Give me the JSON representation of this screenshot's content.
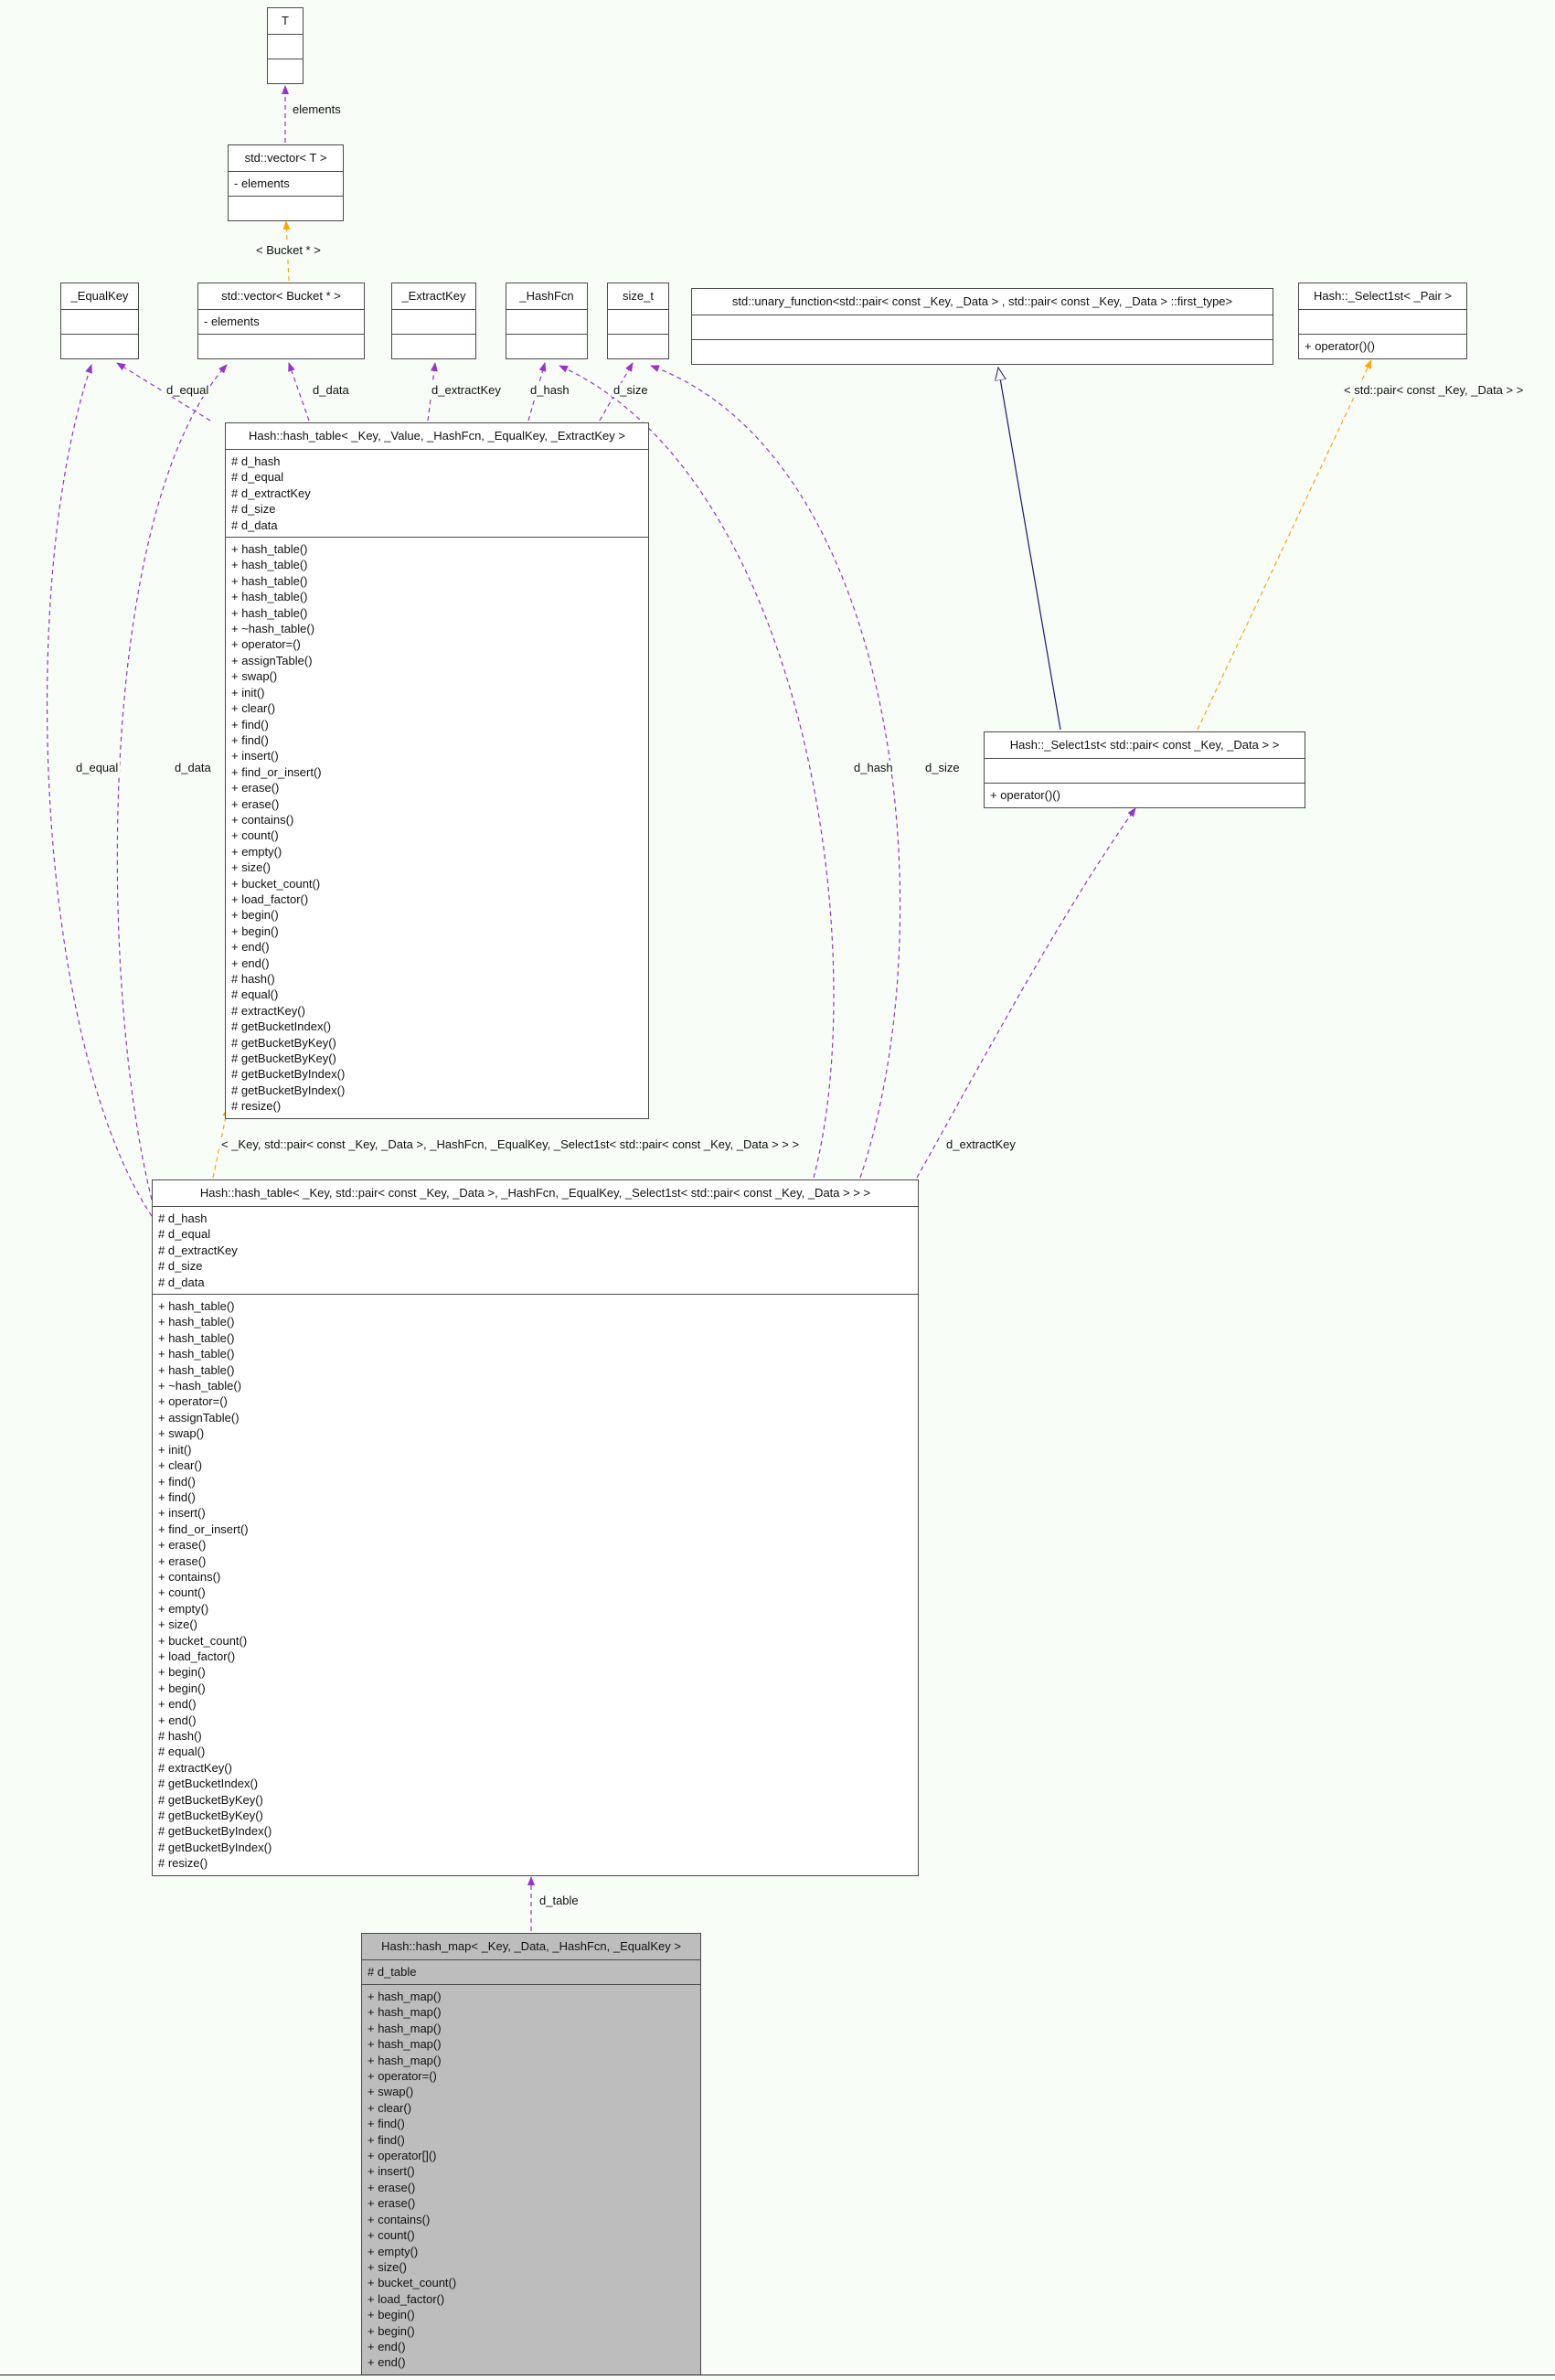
{
  "diagram": {
    "kind": "collaboration-diagram"
  },
  "colors": {
    "usage_edge": "#9a32cd",
    "template_edge": "#ffa500",
    "inheritance_edge": "#191970",
    "box_border": "#4a4a4a",
    "focus_box_fill": "#bdbdbd",
    "background": "#f8fdf8"
  },
  "classes": {
    "t": {
      "title": "T",
      "attrs": [],
      "methods": []
    },
    "vector_t": {
      "title": "std::vector< T >",
      "attrs": [
        "- elements"
      ],
      "methods": []
    },
    "equalkey": {
      "title": "_EqualKey",
      "attrs": [],
      "methods": []
    },
    "vector_bucket": {
      "title": "std::vector< Bucket * >",
      "attrs": [
        "- elements"
      ],
      "methods": []
    },
    "extractkey": {
      "title": "_ExtractKey",
      "attrs": [],
      "methods": []
    },
    "hashfcn": {
      "title": "_HashFcn",
      "attrs": [],
      "methods": []
    },
    "size_t": {
      "title": "size_t",
      "attrs": [],
      "methods": []
    },
    "unary_function": {
      "title": "std::unary_function<std::pair< const _Key, _Data > , std::pair< const _Key, _Data > ::first_type>",
      "attrs": [],
      "methods": []
    },
    "select1st_tpl": {
      "title": "Hash::_Select1st< _Pair >",
      "attrs": [],
      "methods": [
        "+ operator()()"
      ]
    },
    "select1st_pair": {
      "title": "Hash::_Select1st< std::pair< const _Key, _Data > >",
      "attrs": [],
      "methods": [
        "+ operator()()"
      ]
    },
    "hash_table_generic": {
      "title": "Hash::hash_table< _Key, _Value, _HashFcn, _EqualKey, _ExtractKey >",
      "attrs": [
        "# d_hash",
        "# d_equal",
        "# d_extractKey",
        "# d_size",
        "# d_data"
      ],
      "methods": [
        "+ hash_table()",
        "+ hash_table()",
        "+ hash_table()",
        "+ hash_table()",
        "+ hash_table()",
        "+ ~hash_table()",
        "+ operator=()",
        "+ assignTable()",
        "+ swap()",
        "+ init()",
        "+ clear()",
        "+ find()",
        "+ find()",
        "+ insert()",
        "+ find_or_insert()",
        "+ erase()",
        "+ erase()",
        "+ contains()",
        "+ count()",
        "+ empty()",
        "+ size()",
        "+ bucket_count()",
        "+ load_factor()",
        "+ begin()",
        "+ begin()",
        "+ end()",
        "+ end()",
        "# hash()",
        "# equal()",
        "# extractKey()",
        "# getBucketIndex()",
        "# getBucketByKey()",
        "# getBucketByKey()",
        "# getBucketByIndex()",
        "# getBucketByIndex()",
        "# resize()"
      ]
    },
    "hash_table_inst": {
      "title": "Hash::hash_table< _Key, std::pair< const _Key, _Data >, _HashFcn, _EqualKey, _Select1st< std::pair< const _Key, _Data > > >",
      "attrs": [
        "# d_hash",
        "# d_equal",
        "# d_extractKey",
        "# d_size",
        "# d_data"
      ],
      "methods": [
        "+ hash_table()",
        "+ hash_table()",
        "+ hash_table()",
        "+ hash_table()",
        "+ hash_table()",
        "+ ~hash_table()",
        "+ operator=()",
        "+ assignTable()",
        "+ swap()",
        "+ init()",
        "+ clear()",
        "+ find()",
        "+ find()",
        "+ insert()",
        "+ find_or_insert()",
        "+ erase()",
        "+ erase()",
        "+ contains()",
        "+ count()",
        "+ empty()",
        "+ size()",
        "+ bucket_count()",
        "+ load_factor()",
        "+ begin()",
        "+ begin()",
        "+ end()",
        "+ end()",
        "# hash()",
        "# equal()",
        "# extractKey()",
        "# getBucketIndex()",
        "# getBucketByKey()",
        "# getBucketByKey()",
        "# getBucketByIndex()",
        "# getBucketByIndex()",
        "# resize()"
      ]
    },
    "hash_map": {
      "title": "Hash::hash_map< _Key, _Data, _HashFcn, _EqualKey >",
      "attrs": [
        "# d_table"
      ],
      "methods": [
        "+ hash_map()",
        "+ hash_map()",
        "+ hash_map()",
        "+ hash_map()",
        "+ hash_map()",
        "+ operator=()",
        "+ swap()",
        "+ clear()",
        "+ find()",
        "+ find()",
        "+ operator[]()",
        "+ insert()",
        "+ erase()",
        "+ erase()",
        "+ contains()",
        "+ count()",
        "+ empty()",
        "+ size()",
        "+ bucket_count()",
        "+ load_factor()",
        "+ begin()",
        "+ begin()",
        "+ end()",
        "+ end()"
      ]
    }
  },
  "edge_labels": {
    "elements": "elements",
    "bucket_template": "< Bucket * >",
    "d_equal_1": "d_equal",
    "d_data_1": "d_data",
    "d_extractKey_1": "d_extractKey",
    "d_hash_1": "d_hash",
    "d_size_1": "d_size",
    "d_equal_2": "d_equal",
    "d_data_2": "d_data",
    "d_hash_2": "d_hash",
    "d_size_2": "d_size",
    "d_extractKey_2": "d_extractKey",
    "select1st_template": "< std::pair< const _Key, _Data > >",
    "hash_table_template": "< _Key, std::pair< const _Key, _Data >, _HashFcn, _EqualKey, _Select1st< std::pair< const _Key, _Data > > >",
    "d_table": "d_table"
  }
}
